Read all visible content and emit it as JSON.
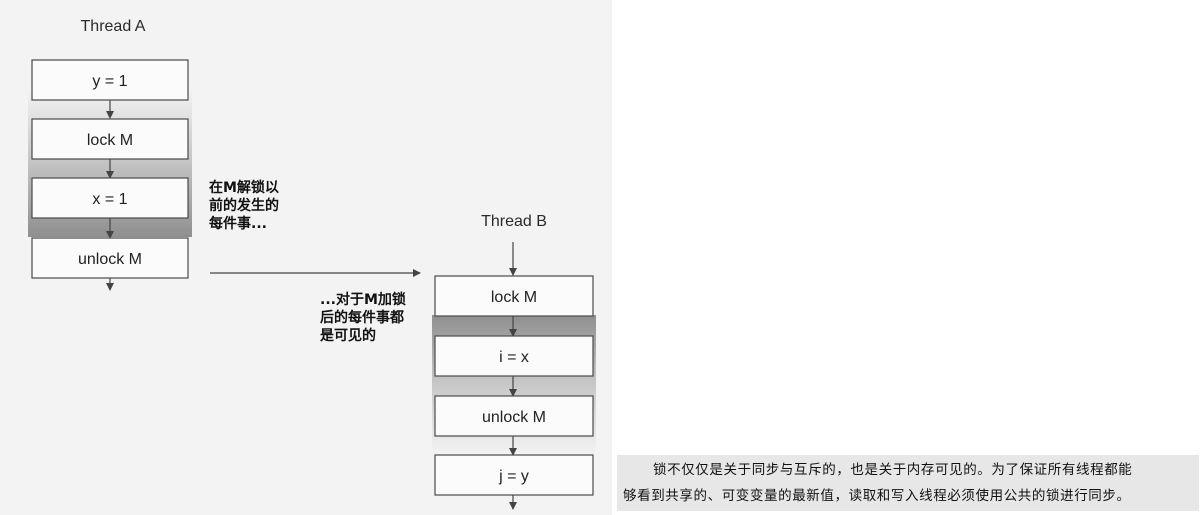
{
  "diagram": {
    "thread_a": {
      "title": "Thread A",
      "steps": [
        "y = 1",
        "lock M",
        "x = 1",
        "unlock M"
      ]
    },
    "thread_b": {
      "title": "Thread B",
      "steps": [
        "lock M",
        "i = x",
        "unlock M",
        "j = y"
      ]
    },
    "note_before_unlock": [
      "在M解锁以",
      "前的发生的",
      "每件事..."
    ],
    "note_after_lock": [
      "...对于M加锁",
      "后的每件事都",
      "是可见的"
    ],
    "colors": {
      "box_fill": "#fbfbfb",
      "box_stroke": "#4a4a4a",
      "shade_dark": "#8f8f8f",
      "shade_light": "#dcdcdc",
      "panel_bg": "#f3f3f3",
      "caption_bg": "#e7e7e7"
    }
  },
  "caption": {
    "line1": "锁不仅仅是关于同步与互斥的，也是关于内存可见的。为了保证所有线程都能",
    "line2": "够看到共享的、可变变量的最新值，读取和写入线程必须使用公共的锁进行同步。"
  }
}
